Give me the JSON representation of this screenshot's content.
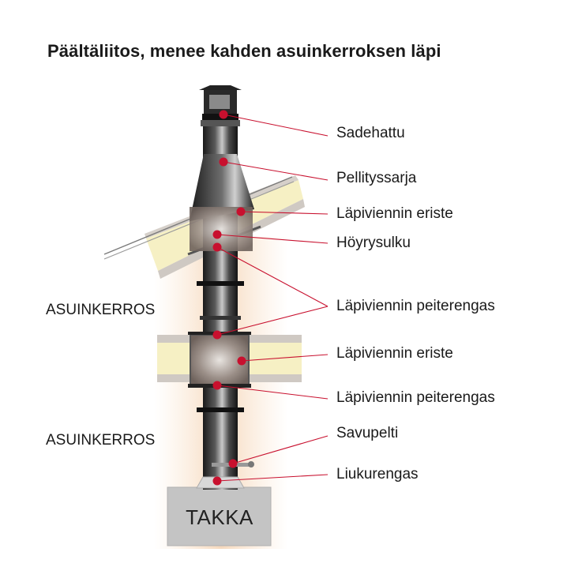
{
  "title": "Päältäliitos, menee kahden asuinkerroksen läpi",
  "floor_labels": [
    "ASUINKERROS",
    "ASUINKERROS"
  ],
  "fireplace_label": "TAKKA",
  "callouts": [
    "Sadehattu",
    "Pellityssarja",
    "Läpiviennin eriste",
    "Höyrysulku",
    "Läpiviennin peiterengas",
    "Läpiviennin eriste",
    "Läpiviennin peiterengas",
    "Savupelti",
    "Liukurengas"
  ],
  "colors": {
    "marker": "#c8102e",
    "leader": "#c8102e",
    "chimney_dark": "#1e1e1e",
    "chimney_light": "#b5b5b5",
    "insulation": "#f6f0c4",
    "board": "#cfcac4",
    "glow": "#f7dcc0",
    "fireplace": "#c4c4c4"
  }
}
